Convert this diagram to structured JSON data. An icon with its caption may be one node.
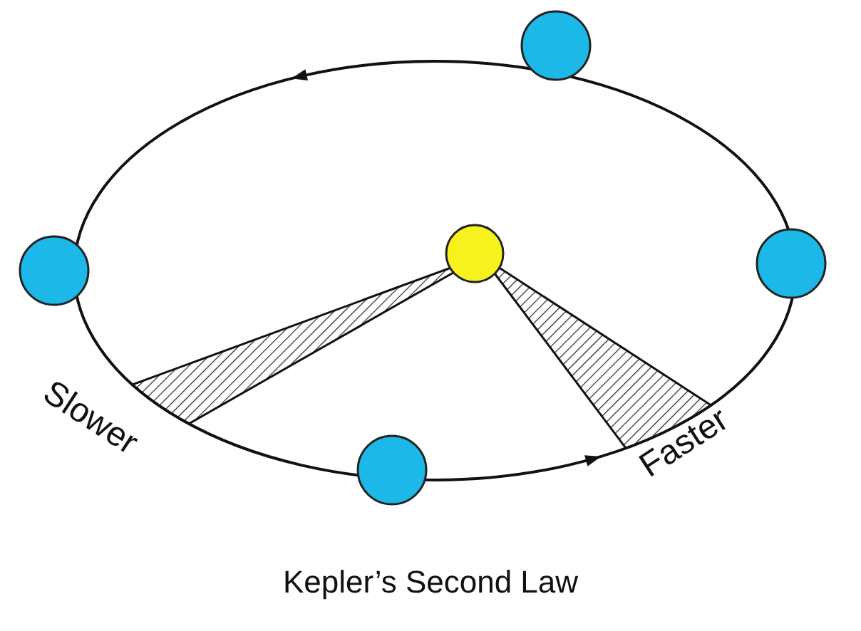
{
  "diagram": {
    "caption": "Kepler’s Second Law",
    "nodes": [
      {
        "text": [],
        "shape": "circle"
      },
      {
        "text": [],
        "shape": "circle"
      },
      {
        "text": [],
        "shape": "circle"
      },
      {
        "text": [],
        "shape": "circle"
      },
      {
        "text": [],
        "shape": "circle"
      }
    ],
    "labels": [
      "Slower",
      "Faster"
    ]
  }
}
